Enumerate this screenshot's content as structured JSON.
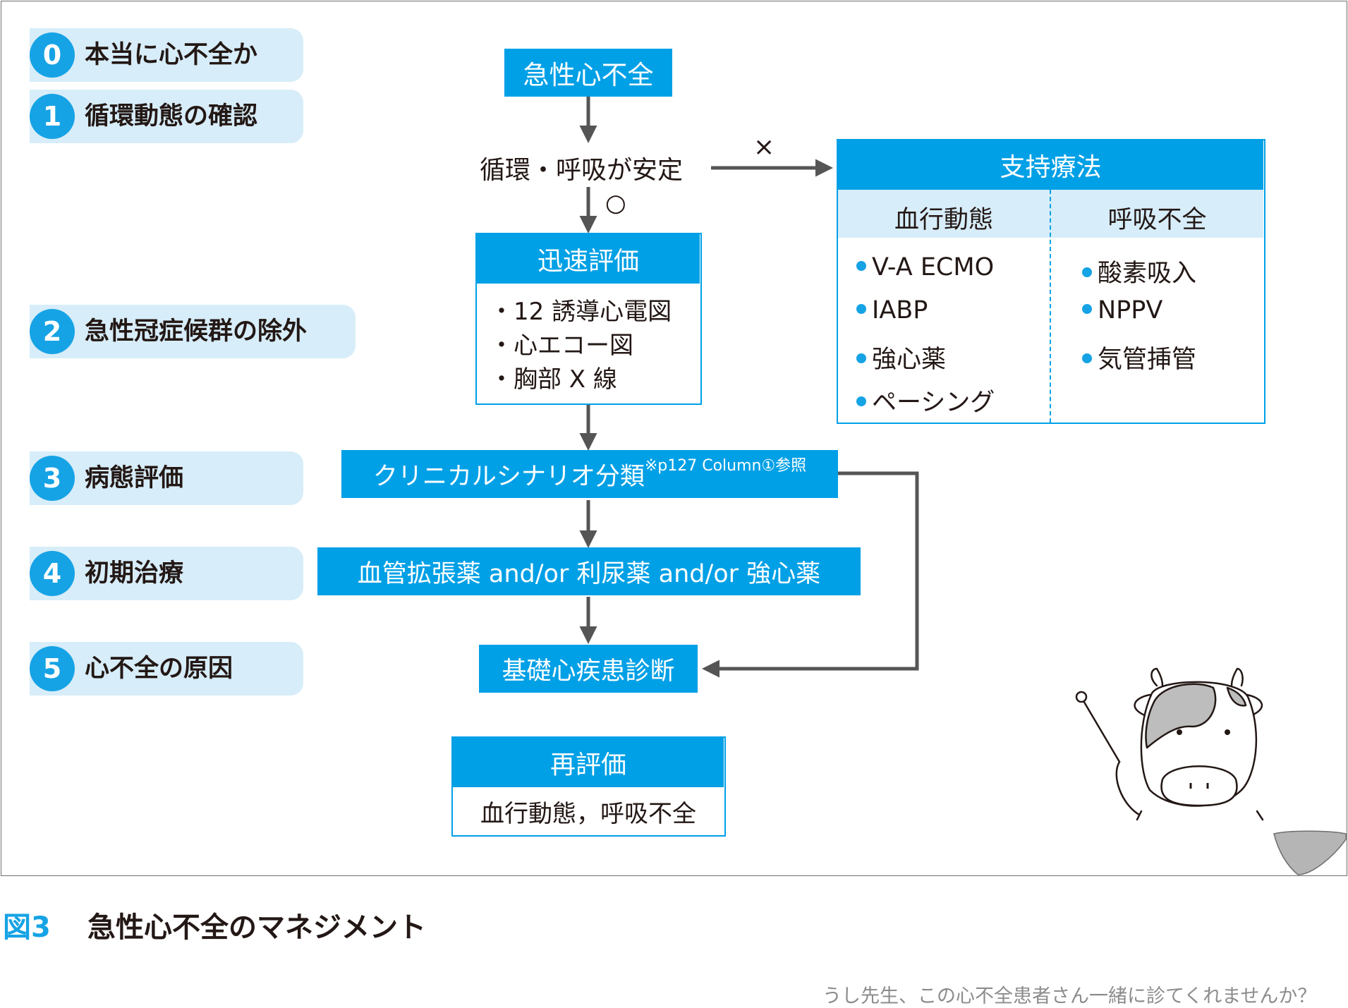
{
  "steps": [
    {
      "num": "0",
      "label": "本当に心不全か"
    },
    {
      "num": "1",
      "label": "循環動態の確認"
    },
    {
      "num": "2",
      "label": "急性冠症候群の除外"
    },
    {
      "num": "3",
      "label": "病態評価"
    },
    {
      "num": "4",
      "label": "初期治療"
    },
    {
      "num": "5",
      "label": "心不全の原因"
    }
  ],
  "flow": {
    "start": "急性心不全",
    "question": "循環・呼吸が安定",
    "yes_mark": "○",
    "no_mark": "×",
    "rapid": {
      "title": "迅速評価",
      "items": [
        "・12 誘導心電図",
        "・心エコー図",
        "・胸部 X 線"
      ]
    },
    "clinical_scenario": "クリニカルシナリオ分類",
    "clinical_scenario_note": "※p127 Column①参照",
    "initial_treatment": "血管拡張薬 and/or 利尿薬 and/or 強心薬",
    "diagnosis": "基礎心疾患診断",
    "reeval": {
      "title": "再評価",
      "body": "血行動態，呼吸不全"
    }
  },
  "support": {
    "title": "支持療法",
    "col1": {
      "header": "血行動態",
      "items": [
        "V-A ECMO",
        "IABP",
        "強心薬",
        "ペーシング"
      ]
    },
    "col2": {
      "header": "呼吸不全",
      "items": [
        "酸素吸入",
        "NPPV",
        "気管挿管"
      ]
    }
  },
  "caption": {
    "label": "図3",
    "title": "急性心不全のマネジメント"
  },
  "footer": "うし先生、この心不全患者さん一緒に診てくれませんか？",
  "colors": {
    "accent": "#00a0e6",
    "step_bg": "#d7edf9",
    "arrow": "#555555"
  }
}
